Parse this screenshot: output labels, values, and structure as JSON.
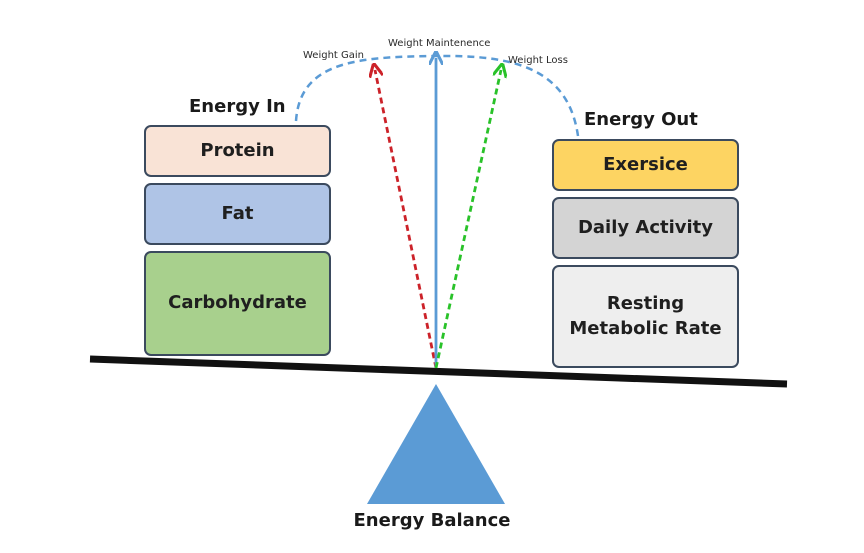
{
  "energy_in": {
    "heading": "Energy In",
    "items": [
      {
        "label": "Protein",
        "color": "#f9e3d6"
      },
      {
        "label": "Fat",
        "color": "#afc4e6"
      },
      {
        "label": "Carbohydrate",
        "color": "#a8d08d"
      }
    ]
  },
  "energy_out": {
    "heading": "Energy Out",
    "items": [
      {
        "label": "Exersice",
        "color": "#fdd462"
      },
      {
        "label": "Daily Activity",
        "color": "#d4d4d4"
      },
      {
        "label": "Resting\nMetabolic Rate",
        "color": "#eeeeee"
      }
    ]
  },
  "indicators": {
    "gain": {
      "label": "Weight Gain",
      "color": "#cc2229"
    },
    "maintenance": {
      "label": "Weight Maintenence",
      "color": "#5b9bd5"
    },
    "loss": {
      "label": "Weight Loss",
      "color": "#29c229"
    }
  },
  "arc_color": "#5b9bd5",
  "beam_color": "#111111",
  "fulcrum_color": "#5b9bd5",
  "footer": {
    "title": "Energy Balance"
  }
}
